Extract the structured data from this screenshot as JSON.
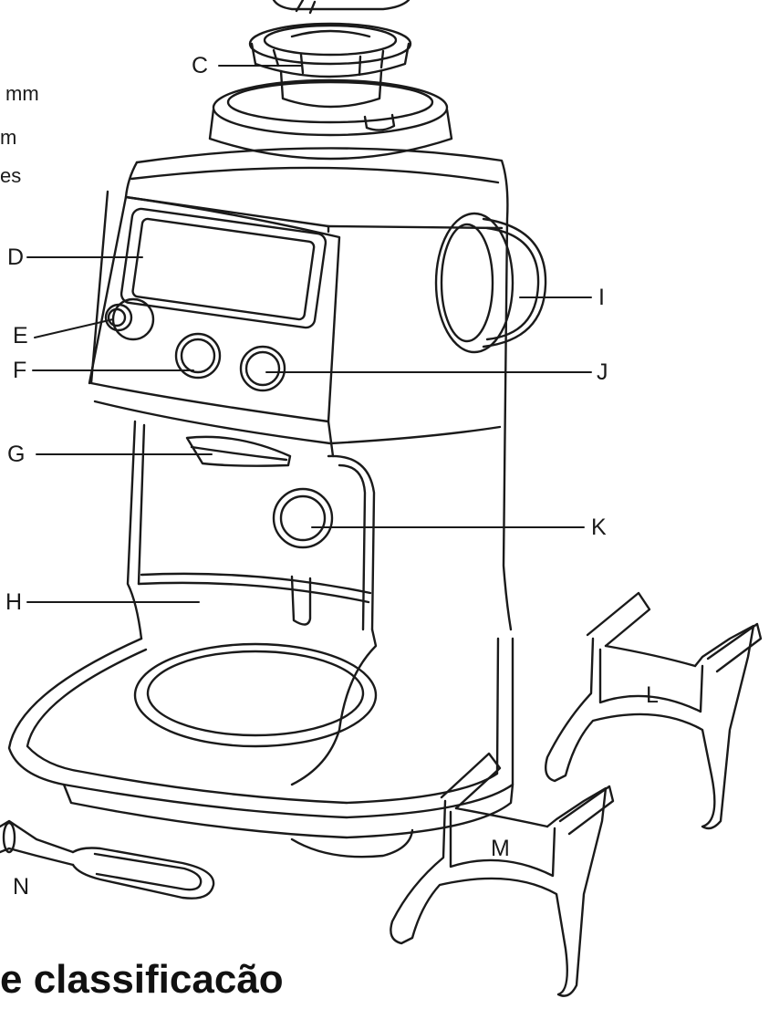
{
  "labels": {
    "C": "C",
    "D": "D",
    "E": "E",
    "F": "F",
    "G": "G",
    "H": "H",
    "I": "I",
    "J": "J",
    "K": "K",
    "L": "L",
    "M": "M",
    "N": "N"
  },
  "side_text": [
    "mm",
    "m",
    "es"
  ],
  "heading": "e classificacão",
  "colors": {
    "line": "#1a1a1a",
    "background": "#ffffff"
  }
}
